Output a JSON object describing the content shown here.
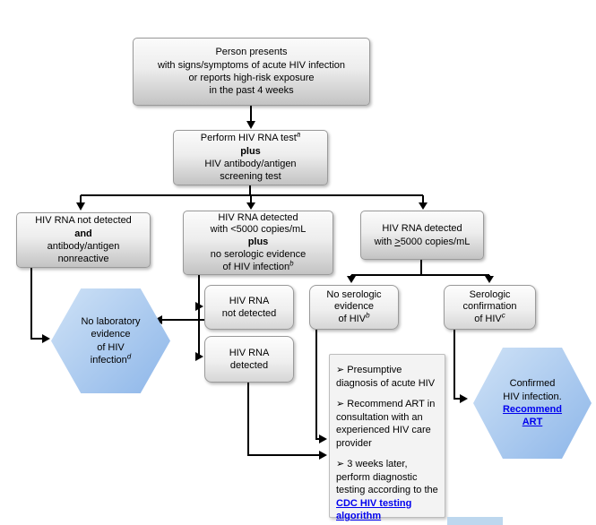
{
  "colors": {
    "link": "#0000ee",
    "arrow": "#000000",
    "hexFrom": "#cfe2f6",
    "hexTo": "#8db6e9"
  },
  "flowchart": {
    "top_box": {
      "lines": [
        "Person presents",
        "with signs/symptoms of acute HIV infection",
        "or reports high-risk exposure",
        "in the past 4 weeks"
      ]
    },
    "perform_box": {
      "line1": "Perform HIV RNA test",
      "sup": "a",
      "plus": "plus",
      "line3": "HIV antibody/antigen",
      "line4": "screening test"
    },
    "left_branch_box": {
      "line1": "HIV RNA not detected",
      "and": "and",
      "line3": "antibody/antigen",
      "line4": "nonreactive"
    },
    "mid_branch_box": {
      "line1": "HIV RNA detected",
      "line2": "with <5000 copies/mL",
      "plus": "plus",
      "line4": "no serologic evidence",
      "line5": "of HIV infection",
      "sup": "b"
    },
    "right_branch_box": {
      "line1": "HIV RNA detected",
      "line2_pre": "with ",
      "geq": ">",
      "line2_post": "5000 copies/mL"
    },
    "rna_not_detected_box": {
      "line1": "HIV RNA",
      "line2": "not detected"
    },
    "rna_detected_box": {
      "line1": "HIV RNA",
      "line2": "detected"
    },
    "no_serologic_box": {
      "line1": "No serologic",
      "line2": "evidence",
      "line3": "of HIV",
      "sup": "b"
    },
    "serologic_conf_box": {
      "line1": "Serologic",
      "line2": "confirmation",
      "line3": "of HIV",
      "sup": "c"
    },
    "hex_no_lab": {
      "line1": "No laboratory",
      "line2": "evidence",
      "line3": "of HIV",
      "line4": "infection",
      "sup": "d"
    },
    "hex_confirmed": {
      "line1": "Confirmed",
      "line2": "HIV infection.",
      "link_line1": "Recommend",
      "link_line2": "ART"
    },
    "bullet_box": {
      "marker": "➢ ",
      "item1": "Presumptive diagnosis of acute HIV",
      "item2": "Recommend ART in consultation with an experienced HIV care provider",
      "item3_text": "3 weeks later, perform diagnostic testing according to the ",
      "item3_link": "CDC HIV testing algorithm"
    }
  }
}
